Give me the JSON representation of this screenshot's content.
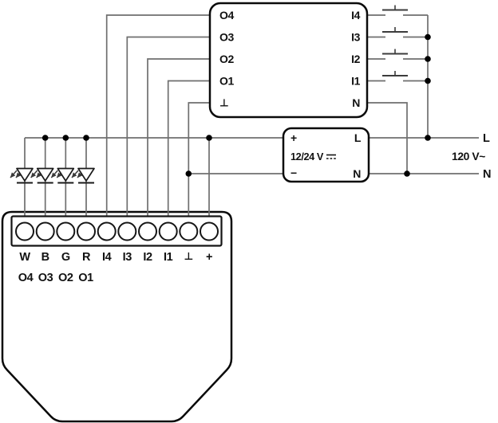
{
  "colors": {
    "wire": "#6f6f6f",
    "outline": "#0a0a0a",
    "junction_dot": "#000000"
  },
  "top_module": {
    "outputs": [
      "O4",
      "O3",
      "O2",
      "O1"
    ],
    "ground": "⊥",
    "inputs": [
      "I4",
      "I3",
      "I2",
      "I1"
    ],
    "neutral": "N"
  },
  "power_supply": {
    "plus": "+",
    "voltage": "12/24 V",
    "minus": "−",
    "line": "L",
    "neutral": "N"
  },
  "mains": {
    "line": "L",
    "voltage": "120 V~",
    "neutral": "N"
  },
  "controller": {
    "terminals": [
      "W",
      "B",
      "G",
      "R",
      "I4",
      "I3",
      "I2",
      "I1",
      "⊥",
      "+"
    ],
    "output_labels": [
      "O4",
      "O3",
      "O2",
      "O1"
    ]
  },
  "counts": {
    "push_buttons": 4,
    "leds": 4
  }
}
